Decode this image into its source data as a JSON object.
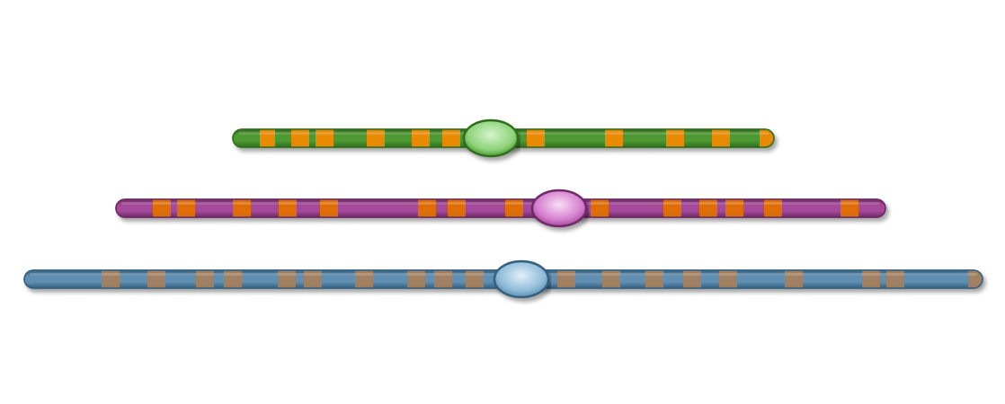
{
  "diagram": {
    "type": "chromosome-map",
    "background": "#ffffff",
    "chromosomes": [
      {
        "id": "chromosome-1",
        "body_color": "#4e9a32",
        "body_color_dark": "#2f6e1f",
        "centromere_color": "#8fd47a",
        "centromere_color_light": "#d6f3cc",
        "band_color": "#f08a00",
        "band_opacity": 0.95,
        "right_cap": "band"
      },
      {
        "id": "chromosome-2",
        "body_color": "#a64a9a",
        "body_color_dark": "#6e2a66",
        "centromere_color": "#d67fcf",
        "centromere_color_light": "#f6dff3",
        "band_color": "#e07000",
        "band_opacity": 0.95,
        "right_cap": "body"
      },
      {
        "id": "chromosome-3",
        "body_color": "#5f8fb3",
        "body_color_dark": "#35607f",
        "centromere_color": "#8fbbd9",
        "centromere_color_light": "#e3f0f9",
        "band_color": "#a9805a",
        "band_opacity": 0.9,
        "right_cap": "band"
      }
    ]
  }
}
